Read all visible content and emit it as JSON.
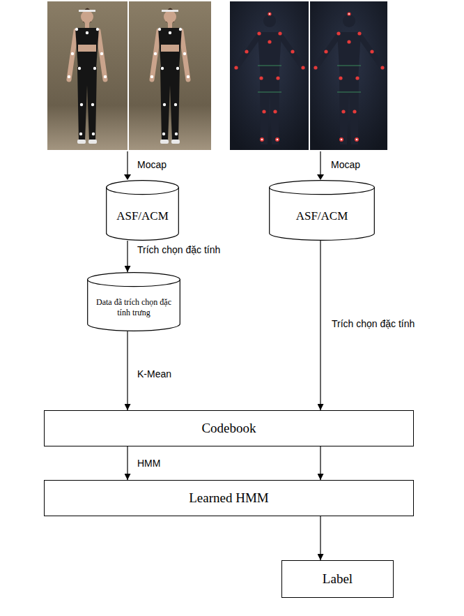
{
  "diagram": {
    "nodes": [
      {
        "text": [
          "ASF/ACM"
        ]
      },
      {
        "text": [
          "ASF/ACM"
        ]
      },
      {
        "text": [
          "Data đã trích chọn đặc tính trưng"
        ]
      },
      {
        "text": [
          "Codebook"
        ]
      },
      {
        "text": [
          "Learned HMM"
        ]
      },
      {
        "text": [
          "Label"
        ]
      }
    ],
    "edges": [
      {
        "from": 0,
        "to": 2,
        "arrow": "to",
        "label": "Trích chọn đặc tính"
      },
      {
        "from": 2,
        "to": 3,
        "arrow": "to",
        "label": "K-Mean"
      },
      {
        "from": 1,
        "to": 3,
        "arrow": "to",
        "label": "Trích chọn đặc tính"
      },
      {
        "from": 3,
        "to": 4,
        "arrow": "to",
        "label": "HMM"
      },
      {
        "from": 3,
        "to": 4,
        "arrow": "to"
      },
      {
        "from": 4,
        "to": 5,
        "arrow": "to"
      }
    ],
    "labels": [
      "Mocap",
      "Mocap"
    ]
  }
}
